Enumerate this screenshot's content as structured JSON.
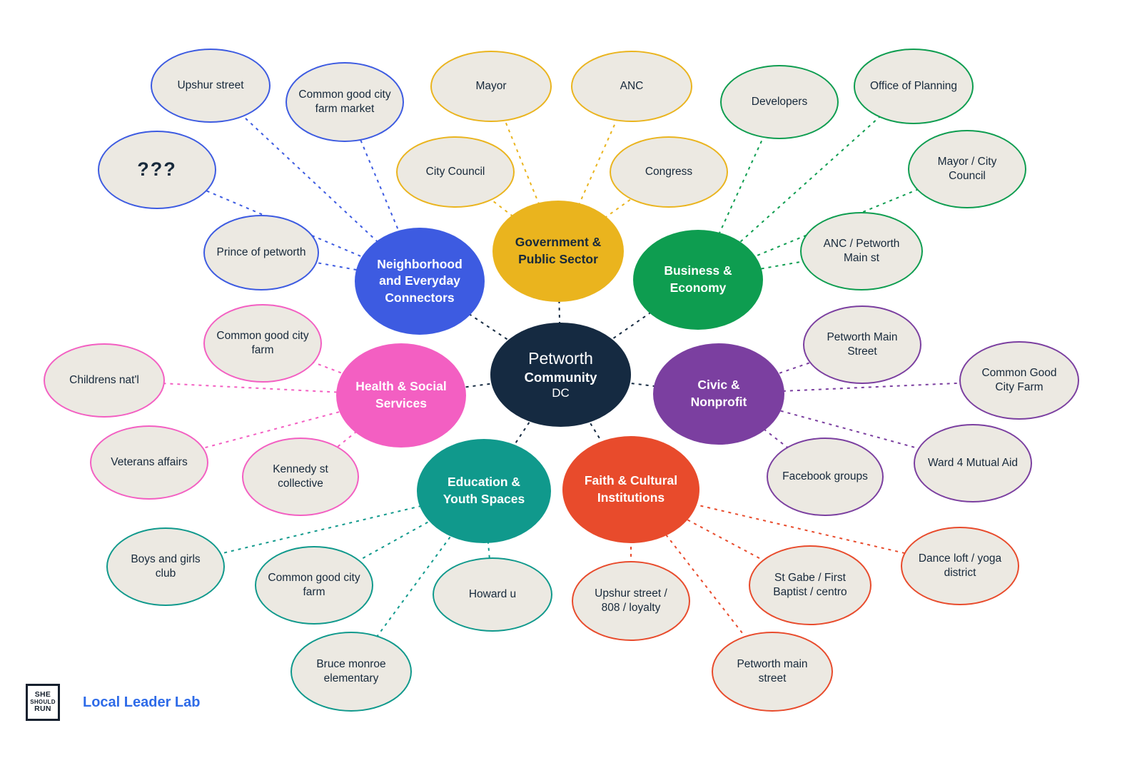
{
  "background": "#ffffff",
  "connector_color": "#152A41",
  "node_fill": "#ECE9E2",
  "node_text_color": "#17293B",
  "center": {
    "title": "Petworth",
    "subtitle": "Community",
    "region": "DC",
    "color": "#152A41",
    "text_color": "#FFFFFF"
  },
  "categories": [
    {
      "label": "Neighborhood and Everyday Connectors",
      "color": "#3D5BE1",
      "text_color": "#FFFFFF",
      "children": [
        "Upshur street",
        "Common good city farm market",
        "???",
        "Prince of petworth"
      ]
    },
    {
      "label": "Government & Public Sector",
      "color": "#EAB41E",
      "text_color": "#17293B",
      "children": [
        "Mayor",
        "ANC",
        "City Council",
        "Congress"
      ]
    },
    {
      "label": "Business & Economy",
      "color": "#0E9D50",
      "text_color": "#FFFFFF",
      "children": [
        "Developers",
        "Office of Planning",
        "Mayor / City Council",
        "ANC / Petworth Main st"
      ]
    },
    {
      "label": "Health & Social Services",
      "color": "#F35FC2",
      "text_color": "#FFFFFF",
      "children": [
        "Common good city farm",
        "Childrens nat'l",
        "Veterans affairs",
        "Kennedy st collective"
      ]
    },
    {
      "label": "Civic & Nonprofit",
      "color": "#7B3FA0",
      "text_color": "#FFFFFF",
      "children": [
        "Petworth Main Street",
        "Common Good City Farm",
        "Ward 4 Mutual Aid",
        "Facebook groups"
      ]
    },
    {
      "label": "Education & Youth Spaces",
      "color": "#10998C",
      "text_color": "#FFFFFF",
      "children": [
        "Boys and girls club",
        "Common good city farm",
        "Howard u",
        "Bruce monroe elementary"
      ]
    },
    {
      "label": "Faith & Cultural Institutions",
      "color": "#E84B2C",
      "text_color": "#FFFFFF",
      "children": [
        "Upshur street / 808 / loyalty",
        "St Gabe / First Baptist / centro",
        "Dance loft / yoga district",
        "Petworth main street"
      ]
    }
  ],
  "footer": {
    "logo_lines": [
      "SHE",
      "SHOULD",
      "RUN"
    ],
    "brand": "Local Leader Lab",
    "brand_color": "#2E6BE8"
  }
}
